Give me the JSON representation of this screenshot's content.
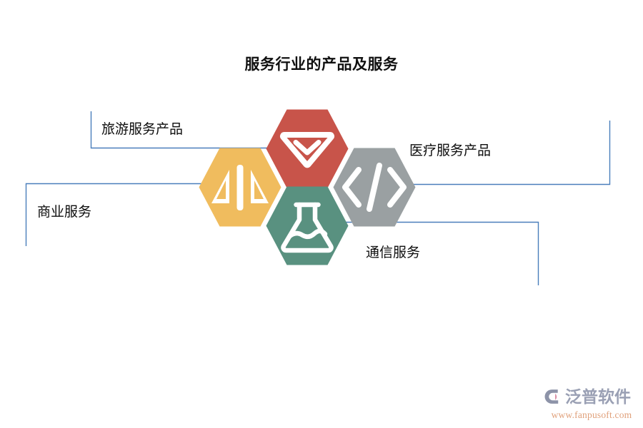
{
  "page": {
    "title": "服务行业的产品及服务",
    "background_color": "#ffffff"
  },
  "diagram": {
    "type": "hexagon-cluster",
    "connector_color": "#4a7ebb",
    "nodes": [
      {
        "id": "travel",
        "label": "旅游服务产品",
        "icon": "diamond-gem-icon",
        "color": "#c8544a",
        "position": "top"
      },
      {
        "id": "business",
        "label": "商业服务",
        "icon": "balance-scale-icon",
        "color": "#f0bc5e",
        "position": "left"
      },
      {
        "id": "medical",
        "label": "医疗服务产品",
        "icon": "code-brackets-icon",
        "color": "#9aa0a2",
        "position": "right"
      },
      {
        "id": "communication",
        "label": "通信服务",
        "icon": "flask-icon",
        "color": "#599180",
        "position": "bottom"
      }
    ]
  },
  "logo": {
    "name": "泛普软件",
    "url": "www.fanpusoft.com",
    "name_color": "#9aa0b4",
    "url_color": "#e0a07a",
    "mark_color": "#8d93a8",
    "mark_accent_color": "#d98aa0"
  }
}
